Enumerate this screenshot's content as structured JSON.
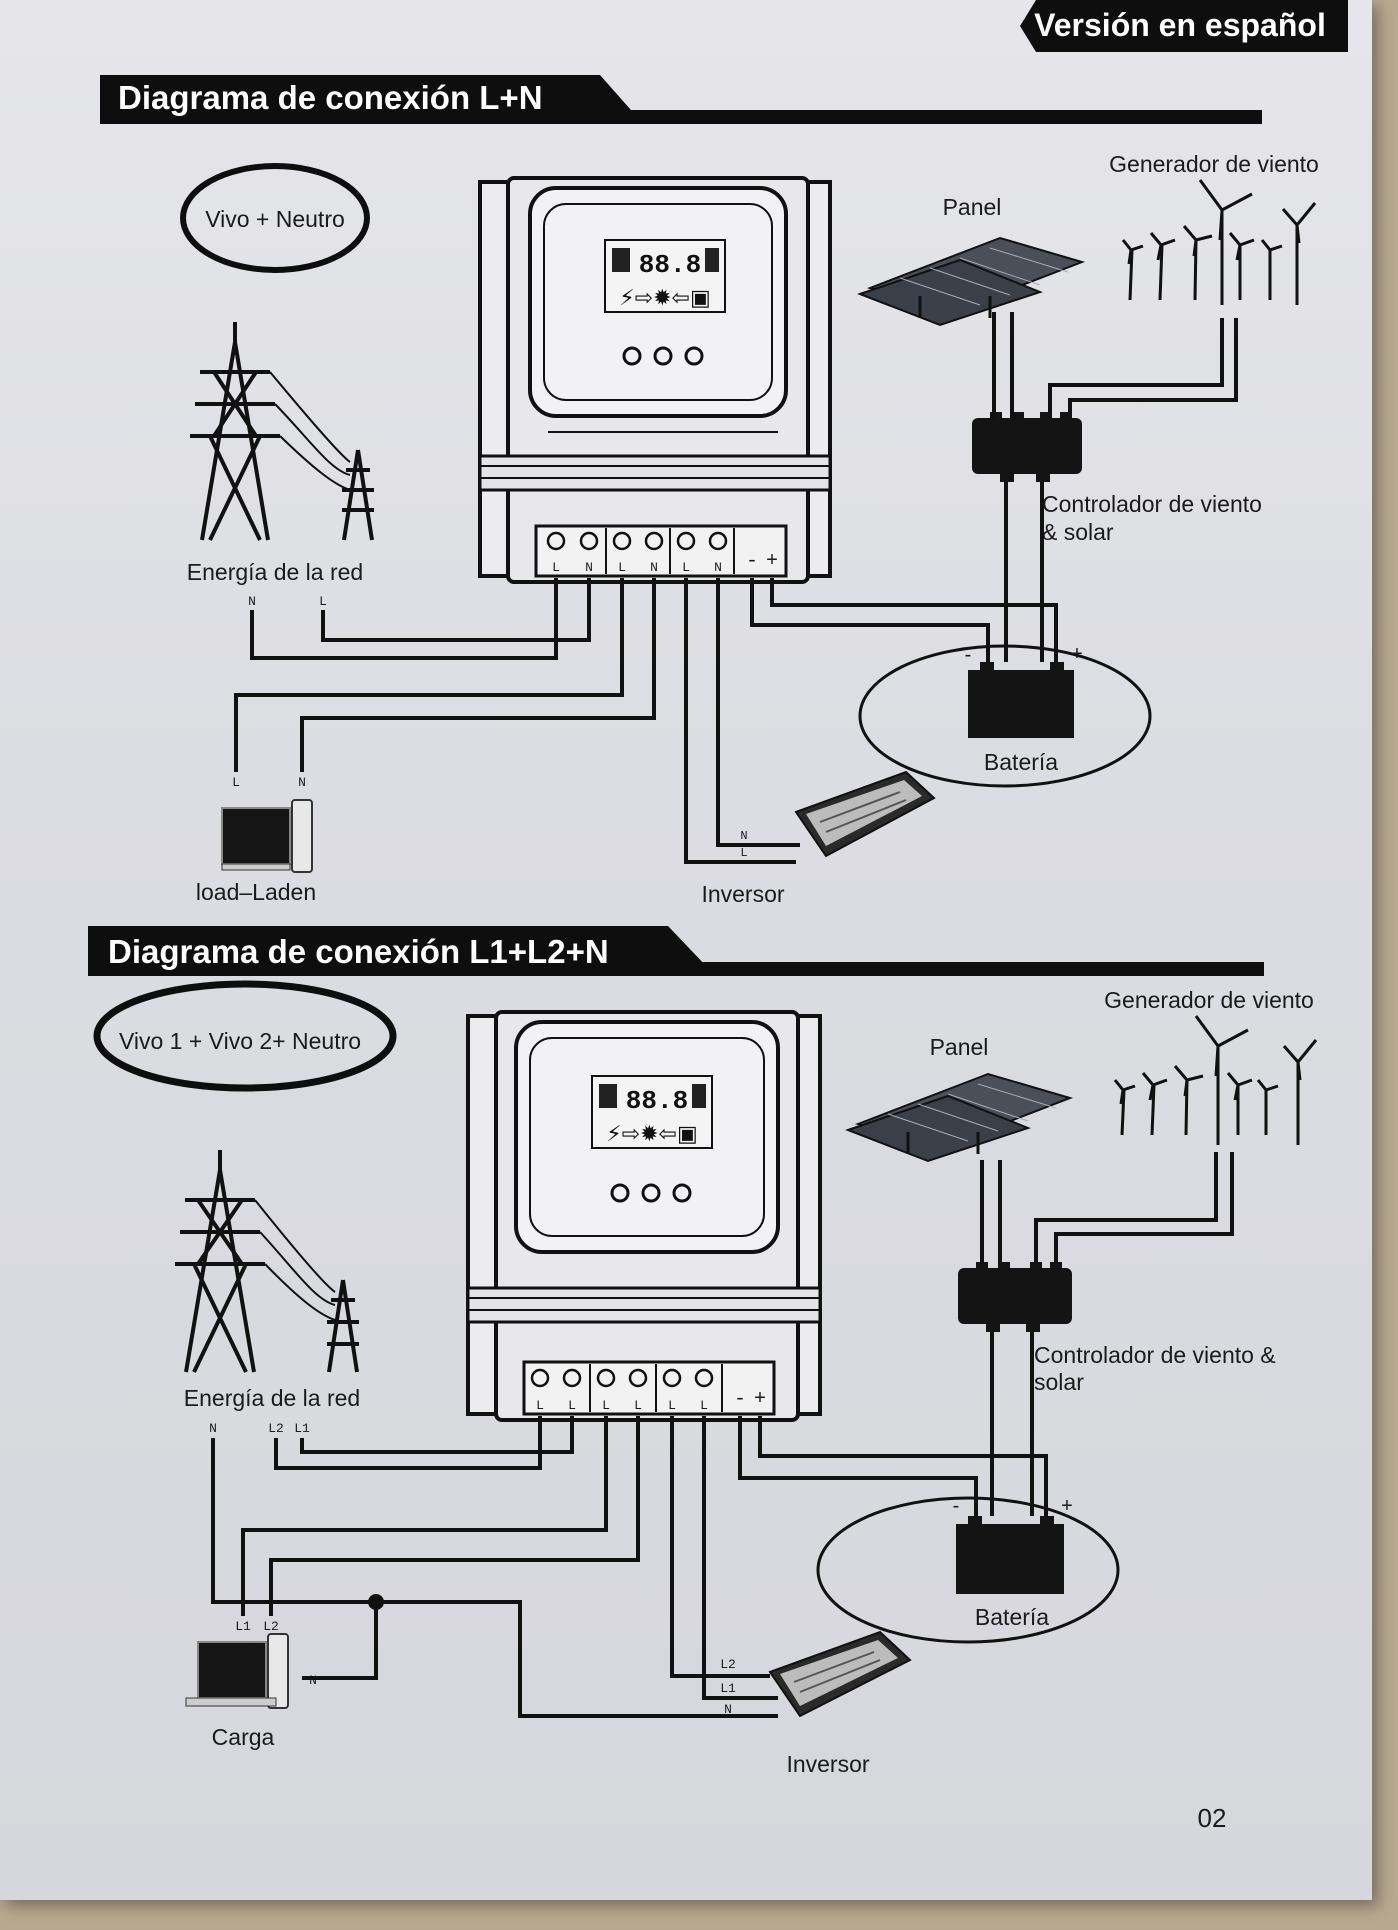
{
  "header": {
    "language_badge": "Versión en español"
  },
  "page_number": "02",
  "diagrams": [
    {
      "title": "Diagrama de conexión L+N",
      "mode": "Vivo + Neutro",
      "grid_label": "Energía de la red",
      "grid_wire_labels": [
        "N",
        "L"
      ],
      "controller_terminals": [
        "L",
        "N",
        "L",
        "N",
        "L",
        "N",
        "-",
        "+"
      ],
      "panel_label": "Panel",
      "wind_label": "Generador de viento",
      "ws_controller_label_1": "Controlador de viento",
      "ws_controller_label_2": "& solar",
      "battery_label": "Batería",
      "battery_neg": "-",
      "battery_pos": "+",
      "load_label": "load–Laden",
      "load_wire_labels": [
        "L",
        "N"
      ],
      "inverter_label": "Inversor",
      "inverter_wire_labels": [
        "N",
        "L"
      ]
    },
    {
      "title": "Diagrama de conexión L1+L2+N",
      "mode": "Vivo 1 + Vivo 2+ Neutro",
      "grid_label": "Energía de la red",
      "grid_wire_labels": [
        "N",
        "L2",
        "L1"
      ],
      "controller_terminals": [
        "L",
        "L",
        "L",
        "L",
        "L",
        "L",
        "-",
        "+"
      ],
      "panel_label": "Panel",
      "wind_label": "Generador de viento",
      "ws_controller_label_1": "Controlador de viento &",
      "ws_controller_label_2": "solar",
      "battery_label": "Batería",
      "battery_neg": "-",
      "battery_pos": "+",
      "load_label": "Carga",
      "load_wire_labels": [
        "L1",
        "L2",
        "N"
      ],
      "inverter_label": "Inversor",
      "inverter_wire_labels": [
        "L2",
        "L1",
        "N"
      ]
    }
  ],
  "icons": {
    "pylon": "transmission-tower-icon",
    "solar": "solar-panel-icon",
    "wind": "wind-turbine-icon",
    "tv": "tv-icon",
    "inverter": "inverter-icon",
    "battery": "battery-icon"
  }
}
